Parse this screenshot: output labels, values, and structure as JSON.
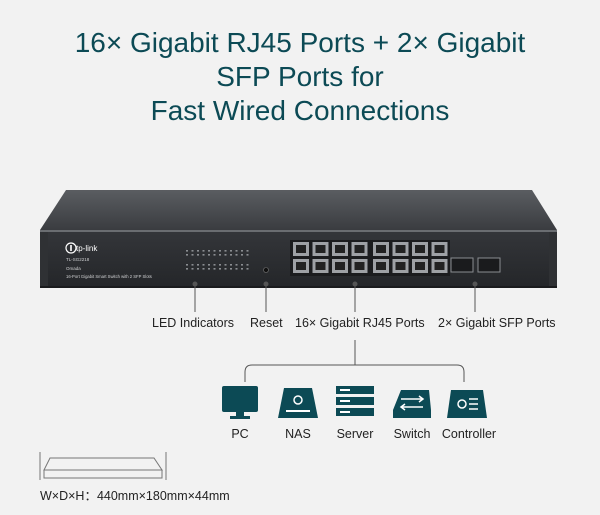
{
  "headline": {
    "line1": "16× Gigabit RJ45 Ports + 2× Gigabit",
    "line2": "SFP Ports for",
    "line3": "Fast Wired Connections"
  },
  "switch": {
    "brand": "tp-link",
    "model": "TL-SG2218",
    "series": "Omada",
    "description": "16-Port Gigabit Smart Switch with 2 SFP Slots",
    "port_count": 16,
    "sfp_count": 2
  },
  "callouts": {
    "led": "LED Indicators",
    "reset": "Reset",
    "rj45": "16× Gigabit RJ45 Ports",
    "sfp": "2× Gigabit SFP Ports"
  },
  "devices": [
    {
      "label": "PC",
      "icon": "monitor-icon"
    },
    {
      "label": "NAS",
      "icon": "nas-icon"
    },
    {
      "label": "Server",
      "icon": "server-icon"
    },
    {
      "label": "Switch",
      "icon": "switch-icon"
    },
    {
      "label": "Controller",
      "icon": "controller-icon"
    }
  ],
  "dimensions": "W×D×H：440mm×180mm×44mm",
  "colors": {
    "accent": "#0c4a55",
    "chassis": "#2b2d30",
    "text": "#222222"
  }
}
